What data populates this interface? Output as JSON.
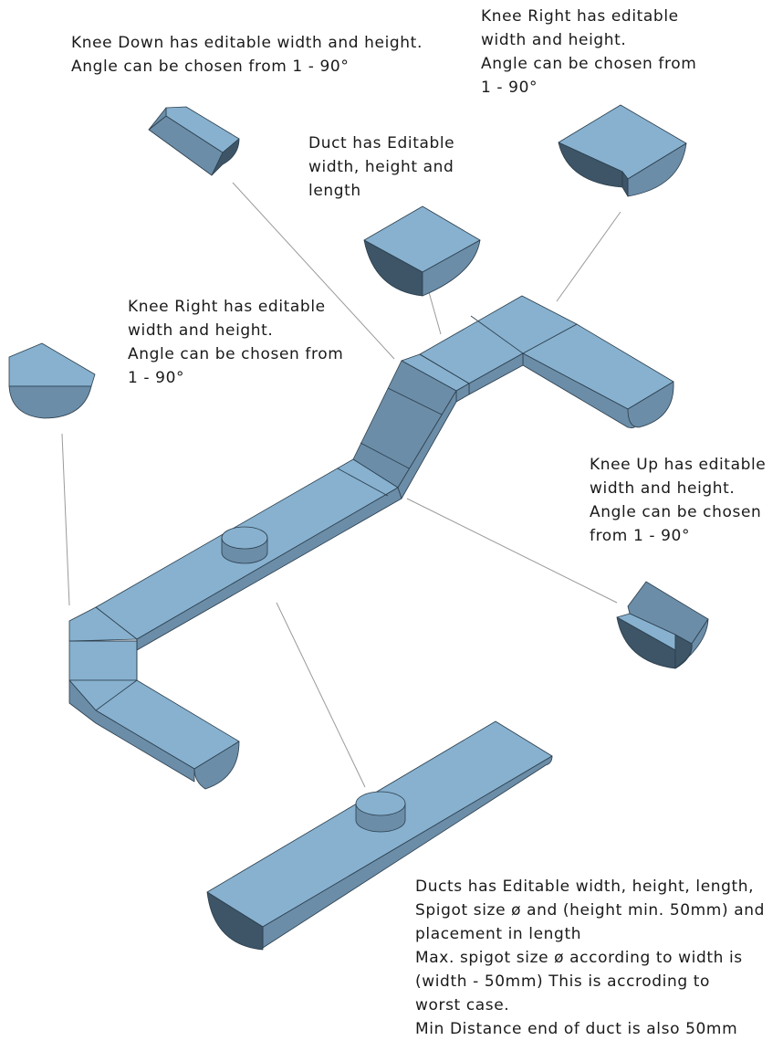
{
  "notes": {
    "knee_down": [
      "Knee Down has editable width and height.",
      "Angle can be chosen from 1 - 90°"
    ],
    "knee_right_top": [
      "Knee Right has editable",
      "width and height.",
      "Angle can be chosen from",
      "1 - 90°"
    ],
    "duct": [
      "Duct has Editable",
      "width, height and",
      "length"
    ],
    "knee_right_left": [
      "Knee Right has editable",
      "width and height.",
      "Angle can be chosen from",
      "1 - 90°"
    ],
    "knee_up": [
      "Knee Up has editable",
      "width and height.",
      "Angle can be chosen",
      "from 1 - 90°"
    ],
    "ducts": [
      "Ducts has Editable width, height, length,",
      "Spigot size ø and (height min. 50mm) and",
      "placement in length",
      "Max. spigot size ø according to width is",
      "(width - 50mm) This is accroding to",
      "worst case.",
      "Min Distance end of duct is also 50mm"
    ]
  },
  "colors": {
    "top_face": "#87b1cf",
    "side_face": "#6b8da8",
    "dark_face": "#3d5566",
    "edge": "#2c3e4c",
    "leader_line": "#9a9a9a"
  }
}
